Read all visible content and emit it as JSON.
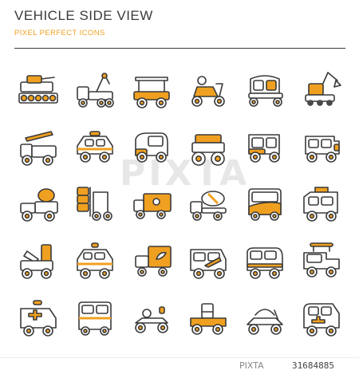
{
  "header": {
    "title": "VEHICLE SIDE VIEW",
    "subtitle": "PIXEL PERFECT ICONS"
  },
  "colors": {
    "stroke": "#3a3a3a",
    "accent": "#f0a020",
    "fill": "#ffffff"
  },
  "watermark": "PIXTA",
  "footer": {
    "logo": "PIXTA",
    "image_id": "31684885"
  },
  "icons": [
    "tank-icon",
    "tow-truck-icon",
    "golf-cart-icon",
    "scooter-icon",
    "auto-rickshaw-icon",
    "excavator-icon",
    "fire-truck-icon",
    "taxi-icon",
    "mini-car-icon",
    "monster-truck-icon",
    "jeep-icon",
    "offroad-suv-icon",
    "bakery-truck-icon",
    "forklift-icon",
    "cargo-truck-icon",
    "cement-mixer-icon",
    "bus-icon",
    "camper-van-icon",
    "garbage-truck-icon",
    "police-car-icon",
    "delivery-truck-icon",
    "van-icon",
    "minivan-icon",
    "pickup-truck-icon",
    "ambulance-icon",
    "school-bus-icon",
    "go-kart-icon",
    "utility-truck-icon",
    "buggy-icon",
    "rv-icon"
  ]
}
